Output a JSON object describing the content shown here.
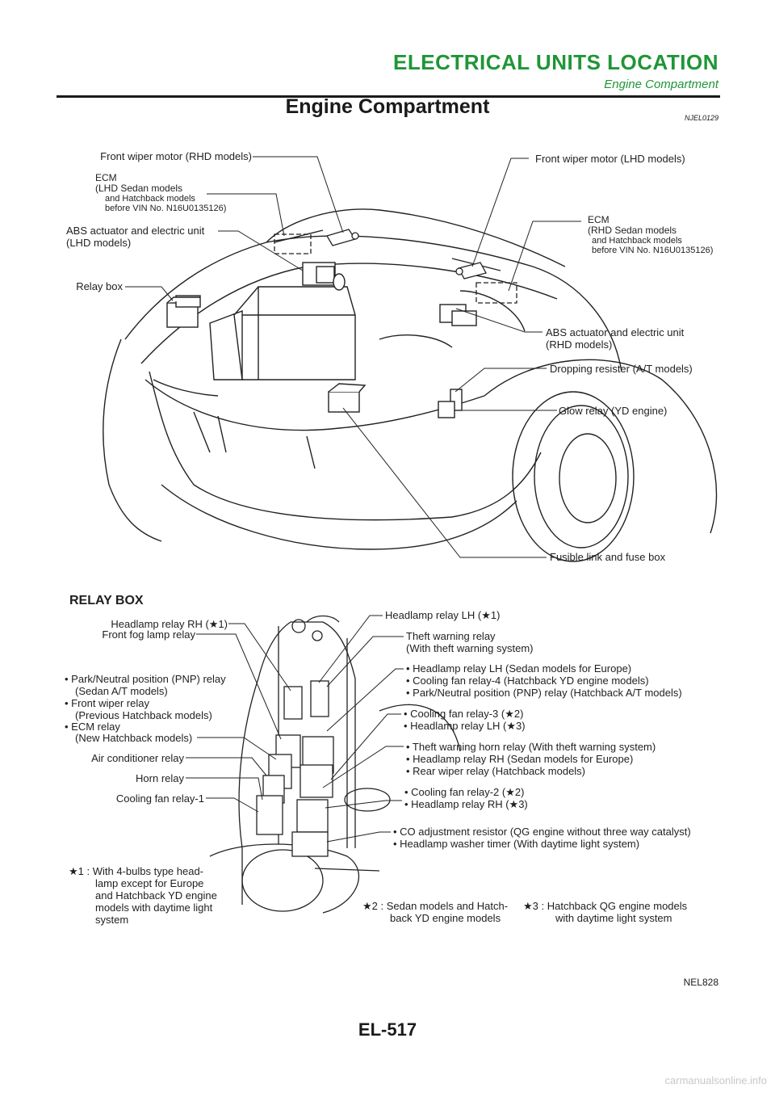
{
  "header": {
    "section_title": "ELECTRICAL UNITS LOCATION",
    "section_subtitle": "Engine Compartment"
  },
  "page": {
    "title": "Engine Compartment",
    "ref_code": "NJEL0129",
    "figure_code": "NEL828",
    "page_number": "EL-517"
  },
  "engine_compartment": {
    "labels": {
      "front_wiper_rhd": "Front wiper motor (RHD models)",
      "ecm_lhd_1": "ECM",
      "ecm_lhd_2": "(LHD Sedan models",
      "ecm_lhd_3": "and Hatchback models",
      "ecm_lhd_4": "before VIN No. N16U0135126)",
      "abs_lhd_1": "ABS actuator and electric unit",
      "abs_lhd_2": "(LHD models)",
      "relay_box": "Relay box",
      "front_wiper_lhd": "Front wiper motor (LHD models)",
      "ecm_rhd_1": "ECM",
      "ecm_rhd_2": "(RHD Sedan models",
      "ecm_rhd_3": "and Hatchback models",
      "ecm_rhd_4": "before VIN No. N16U0135126)",
      "abs_rhd_1": "ABS actuator and electric unit",
      "abs_rhd_2": "(RHD models)",
      "dropping_resister": "Dropping resister (A/T models)",
      "glow_relay": "Glow relay (YD engine)",
      "fusible_link": "Fusible link and fuse box"
    }
  },
  "relay_box": {
    "heading": "RELAY BOX",
    "labels": {
      "headlamp_rh_1": "Headlamp relay RH (★1)",
      "front_fog": "Front fog lamp relay",
      "pnp_1": "• Park/Neutral position (PNP) relay",
      "pnp_2": "(Sedan A/T models)",
      "wiper_1": "• Front wiper relay",
      "wiper_2": "(Previous Hatchback models)",
      "ecm_relay_1": "• ECM relay",
      "ecm_relay_2": "(New Hatchback models)",
      "ac_relay": "Air conditioner relay",
      "horn_relay": "Horn relay",
      "cooling_fan_1": "Cooling fan relay-1",
      "headlamp_lh_1": "Headlamp relay LH (★1)",
      "theft_1": "Theft warning relay",
      "theft_2": "(With theft warning system)",
      "grp1_a": "• Headlamp relay LH (Sedan models for Europe)",
      "grp1_b": "• Cooling fan relay-4 (Hatchback YD engine models)",
      "grp1_c": "• Park/Neutral position (PNP) relay (Hatchback A/T models)",
      "grp2_a": "• Cooling fan relay-3 (★2)",
      "grp2_b": "• Headlamp relay LH (★3)",
      "grp3_a": "• Theft warning horn relay (With theft warning system)",
      "grp3_b": "• Headlamp relay RH (Sedan models for Europe)",
      "grp3_c": "• Rear wiper relay (Hatchback models)",
      "grp4_a": "• Cooling fan relay-2 (★2)",
      "grp4_b": "• Headlamp relay RH (★3)",
      "grp5_a": "• CO adjustment resistor (QG engine without three way catalyst)",
      "grp5_b": "• Headlamp washer timer (With daytime light system)"
    },
    "notes": {
      "n1_1": "★1 : With 4-bulbs type head-",
      "n1_2": "lamp except for Europe",
      "n1_3": "and Hatchback YD engine",
      "n1_4": "models with daytime light",
      "n1_5": "system",
      "n2_1": "★2 : Sedan models and Hatch-",
      "n2_2": "back YD engine models",
      "n3_1": "★3 : Hatchback QG engine models",
      "n3_2": "with daytime light system"
    }
  },
  "footer": {
    "source": "carmanualsonline.info"
  }
}
